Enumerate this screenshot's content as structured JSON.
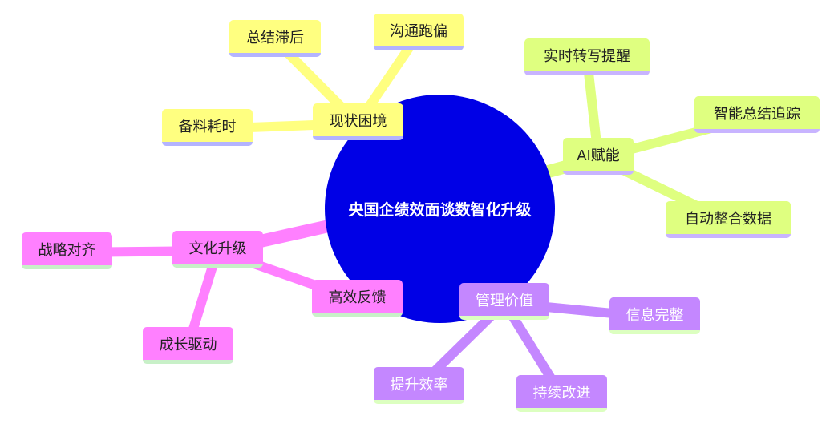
{
  "root": "央国企绩效面谈数智化升级",
  "branches": [
    {
      "label": "现状困境",
      "color": "#ffff80",
      "children": [
        "总结滞后",
        "沟通跑偏",
        "备料耗时"
      ]
    },
    {
      "label": "AI赋能",
      "color": "#dfff80",
      "children": [
        "实时转写提醒",
        "智能总结追踪",
        "自动整合数据"
      ]
    },
    {
      "label": "文化升级",
      "color": "#ff80ff",
      "children": [
        "战略对齐",
        "成长驱动",
        "高效反馈"
      ]
    },
    {
      "label": "管理价值",
      "color": "#c487ff",
      "children": [
        "信息完整",
        "提升效率",
        "持续改进"
      ]
    }
  ]
}
